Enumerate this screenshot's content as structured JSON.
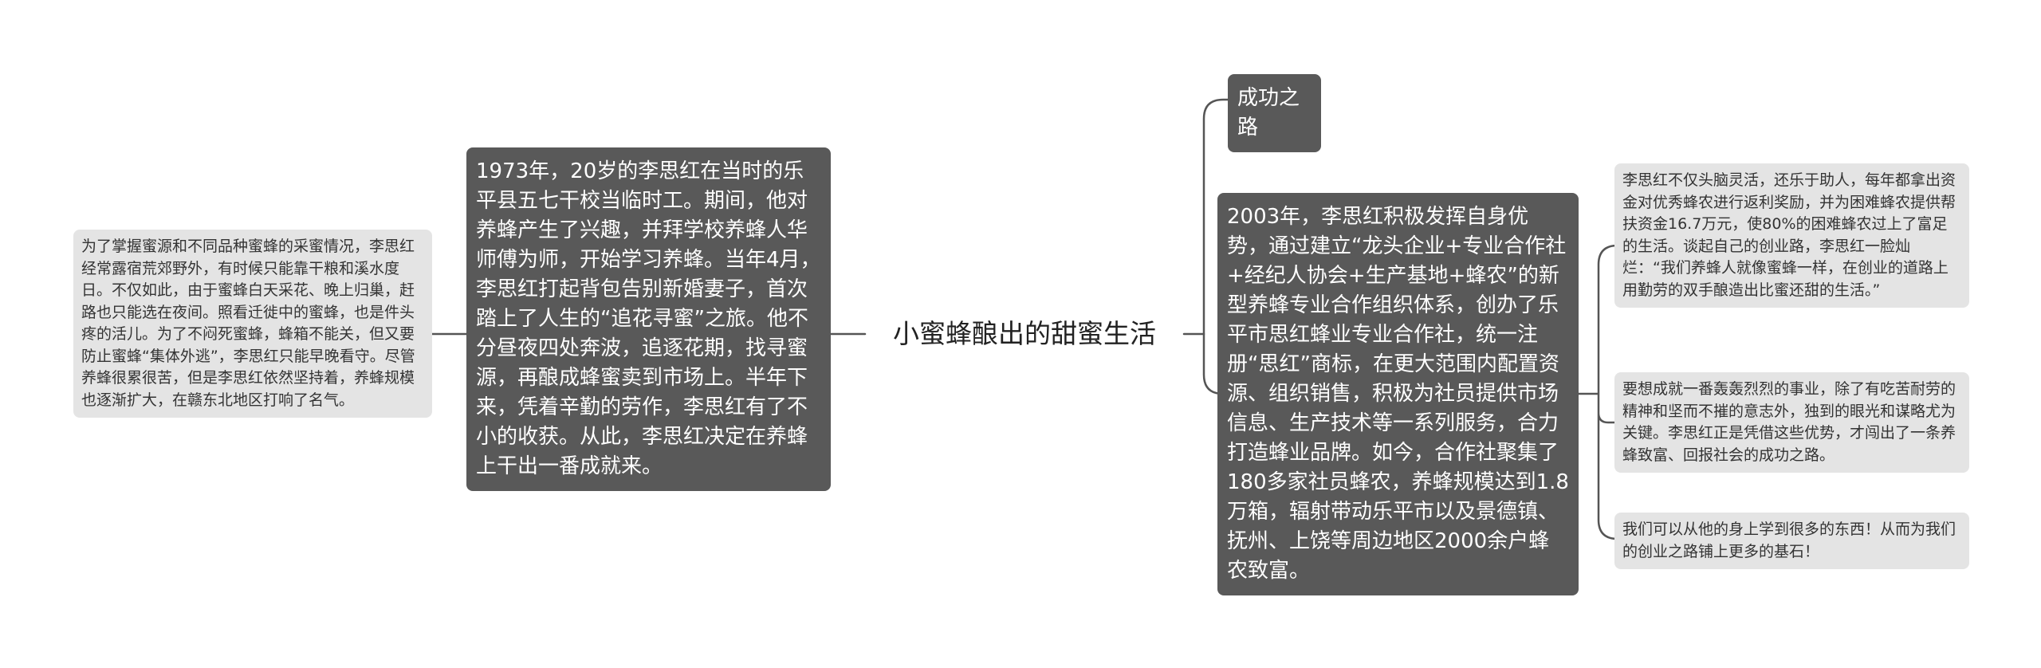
{
  "mindmap": {
    "root": {
      "text": "小蜜蜂酿出的甜蜜生活"
    },
    "left": [
      {
        "text": "1973年，20岁的李思红在当时的乐平县五七干校当临时工。期间，他对养蜂产生了兴趣，并拜学校养蜂人华师傅为师，开始学习养蜂。当年4月，李思红打起背包告别新婚妻子，首次踏上了人生的“追花寻蜜”之旅。他不分昼夜四处奔波，追逐花期，找寻蜜源，再酿成蜂蜜卖到市场上。半年下来，凭着辛勤的劳作，李思红有了不小的收获。从此，李思红决定在养蜂上干出一番成就来。",
        "children": [
          {
            "text": "为了掌握蜜源和不同品种蜜蜂的采蜜情况，李思红经常露宿荒郊野外，有时候只能靠干粮和溪水度日。不仅如此，由于蜜蜂白天采花、晚上归巢，赶路也只能选在夜间。照看迁徙中的蜜蜂，也是件头疼的活儿。为了不闷死蜜蜂，蜂箱不能关，但又要防止蜜蜂“集体外逃”，李思红只能早晚看守。尽管养蜂很累很苦，但是李思红依然坚持着，养蜂规模也逐渐扩大，在赣东北地区打响了名气。"
          }
        ]
      }
    ],
    "right": [
      {
        "text": "成功之路"
      },
      {
        "text": "2003年，李思红积极发挥自身优势，通过建立“龙头企业+专业合作社+经纪人协会+生产基地+蜂农”的新型养蜂专业合作组织体系，创办了乐平市思红蜂业专业合作社，统一注册“思红”商标，在更大范围内配置资源、组织销售，积极为社员提供市场信息、生产技术等一系列服务，合力打造蜂业品牌。如今，合作社聚集了180多家社员蜂农，养蜂规模达到1.8万箱，辐射带动乐平市以及景德镇、抚州、上饶等周边地区2000余户蜂农致富。",
        "children": [
          {
            "text": "李思红不仅头脑灵活，还乐于助人，每年都拿出资金对优秀蜂农进行返利奖励，并为困难蜂农提供帮扶资金16.7万元，使80%的困难蜂农过上了富足的生活。谈起自己的创业路，李思红一脸灿烂：“我们养蜂人就像蜜蜂一样，在创业的道路上用勤劳的双手酿造出比蜜还甜的生活。”"
          },
          {
            "text": "要想成就一番轰轰烈烈的事业，除了有吃苦耐劳的精神和坚而不摧的意志外，独到的眼光和谋略尤为关键。李思红正是凭借这些优势，才闯出了一条养蜂致富、回报社会的成功之路。"
          },
          {
            "text": "我们可以从他的身上学到很多的东西！从而为我们的创业之路铺上更多的基石！"
          }
        ]
      }
    ]
  },
  "colors": {
    "dark_node": "#595959",
    "light_node": "#e4e4e4",
    "connector": "#555555",
    "background": "#ffffff"
  }
}
